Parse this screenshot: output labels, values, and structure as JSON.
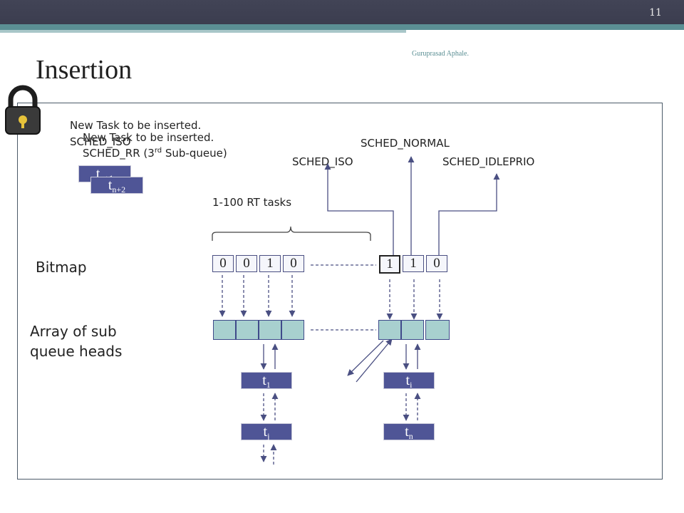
{
  "slide": {
    "page_number": "11",
    "author": "Guruprasad Aphale.",
    "title": "Insertion"
  },
  "new_task_1": {
    "line1": "New Task to be inserted.",
    "line2": "SCHED_ISO"
  },
  "new_task_2": {
    "line1": "New Task to be inserted.",
    "line2_pre": "SCHED_RR (3",
    "line2_sup": "rd",
    "line2_post": " Sub-queue)"
  },
  "new_task_boxes": [
    {
      "main": "t",
      "sub": "n+1"
    },
    {
      "main": "t",
      "sub": "n+2"
    }
  ],
  "policies": {
    "iso": "SCHED_ISO",
    "normal": "SCHED_NORMAL",
    "idleprio": "SCHED_IDLEPRIO"
  },
  "rt_label": "1-100 RT tasks",
  "row_labels": {
    "bitmap": "Bitmap",
    "array_line1": "Array of sub",
    "array_line2": "queue heads"
  },
  "bitmap_left": [
    "0",
    "0",
    "1",
    "0"
  ],
  "bitmap_right": [
    "1",
    "1",
    "0"
  ],
  "queue_tasks": [
    {
      "main": "t",
      "sub": "1"
    },
    {
      "main": "t",
      "sub": "j"
    },
    {
      "main": "t",
      "sub": "i"
    },
    {
      "main": "t",
      "sub": "n"
    }
  ],
  "colors": {
    "task_fill": "#4f5596",
    "head_fill": "#a8d0cf",
    "accent_teal": "#5b8f94",
    "title_bar": "#424456"
  },
  "icons": {
    "lock": "lock-icon"
  }
}
